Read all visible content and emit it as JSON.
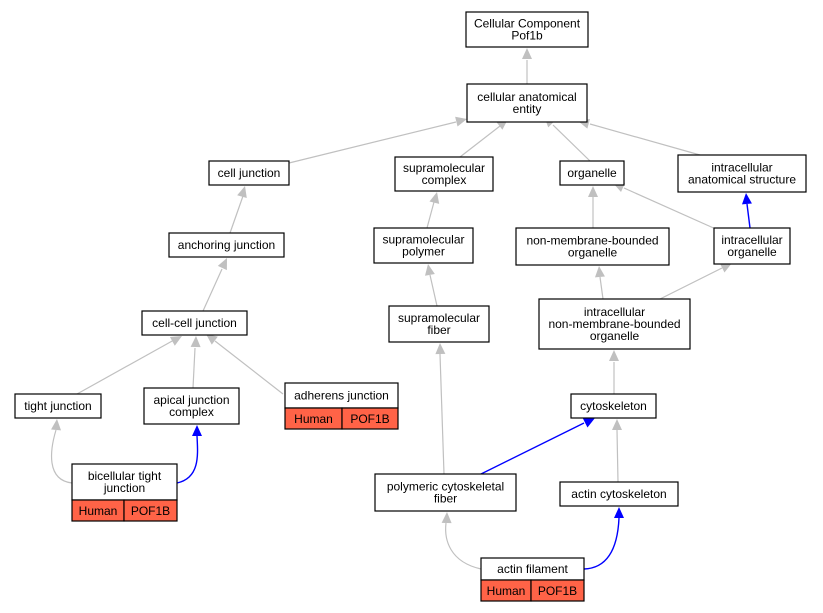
{
  "colors": {
    "is_a_edge": "#c0c0c0",
    "part_of_edge": "#0000ff",
    "annotation_fill": "#ff6347",
    "node_border": "#000000",
    "node_fill": "#ffffff"
  },
  "nodes": [
    {
      "id": "cellular-component-pof1b",
      "lines": [
        "Cellular Component",
        "Pof1b"
      ]
    },
    {
      "id": "cellular-anatomical-entity",
      "lines": [
        "cellular anatomical",
        "entity"
      ]
    },
    {
      "id": "cell-junction",
      "lines": [
        "cell junction"
      ]
    },
    {
      "id": "supramolecular-complex",
      "lines": [
        "supramolecular",
        "complex"
      ]
    },
    {
      "id": "organelle",
      "lines": [
        "organelle"
      ]
    },
    {
      "id": "intracellular-anatomical-structure",
      "lines": [
        "intracellular",
        "anatomical structure"
      ]
    },
    {
      "id": "anchoring-junction",
      "lines": [
        "anchoring junction"
      ]
    },
    {
      "id": "supramolecular-polymer",
      "lines": [
        "supramolecular",
        "polymer"
      ]
    },
    {
      "id": "non-membrane-bounded-organelle",
      "lines": [
        "non-membrane-bounded",
        "organelle"
      ]
    },
    {
      "id": "intracellular-organelle",
      "lines": [
        "intracellular",
        "organelle"
      ]
    },
    {
      "id": "cell-cell-junction",
      "lines": [
        "cell-cell junction"
      ]
    },
    {
      "id": "supramolecular-fiber",
      "lines": [
        "supramolecular",
        "fiber"
      ]
    },
    {
      "id": "intracellular-non-membrane-bounded-organelle",
      "lines": [
        "intracellular",
        "non-membrane-bounded",
        "organelle"
      ]
    },
    {
      "id": "tight-junction",
      "lines": [
        "tight junction"
      ]
    },
    {
      "id": "apical-junction-complex",
      "lines": [
        "apical junction",
        "complex"
      ]
    },
    {
      "id": "adherens-junction",
      "lines": [
        "adherens junction"
      ],
      "annotation": {
        "species": "Human",
        "gene": "POF1B"
      }
    },
    {
      "id": "cytoskeleton",
      "lines": [
        "cytoskeleton"
      ]
    },
    {
      "id": "bicellular-tight-junction",
      "lines": [
        "bicellular tight",
        "junction"
      ],
      "annotation": {
        "species": "Human",
        "gene": "POF1B"
      }
    },
    {
      "id": "polymeric-cytoskeletal-fiber",
      "lines": [
        "polymeric cytoskeletal",
        "fiber"
      ]
    },
    {
      "id": "actin-cytoskeleton",
      "lines": [
        "actin cytoskeleton"
      ]
    },
    {
      "id": "actin-filament",
      "lines": [
        "actin filament"
      ],
      "annotation": {
        "species": "Human",
        "gene": "POF1B"
      }
    }
  ],
  "edges": [
    {
      "from": "cellular-anatomical-entity",
      "to": "cellular-component-pof1b",
      "relation": "is_a"
    },
    {
      "from": "cell-junction",
      "to": "cellular-anatomical-entity",
      "relation": "is_a"
    },
    {
      "from": "supramolecular-complex",
      "to": "cellular-anatomical-entity",
      "relation": "is_a"
    },
    {
      "from": "organelle",
      "to": "cellular-anatomical-entity",
      "relation": "is_a"
    },
    {
      "from": "intracellular-anatomical-structure",
      "to": "cellular-anatomical-entity",
      "relation": "is_a"
    },
    {
      "from": "anchoring-junction",
      "to": "cell-junction",
      "relation": "is_a"
    },
    {
      "from": "supramolecular-polymer",
      "to": "supramolecular-complex",
      "relation": "is_a"
    },
    {
      "from": "non-membrane-bounded-organelle",
      "to": "organelle",
      "relation": "is_a"
    },
    {
      "from": "intracellular-organelle",
      "to": "organelle",
      "relation": "is_a"
    },
    {
      "from": "intracellular-organelle",
      "to": "intracellular-anatomical-structure",
      "relation": "part_of"
    },
    {
      "from": "cell-cell-junction",
      "to": "anchoring-junction",
      "relation": "is_a"
    },
    {
      "from": "supramolecular-fiber",
      "to": "supramolecular-polymer",
      "relation": "is_a"
    },
    {
      "from": "intracellular-non-membrane-bounded-organelle",
      "to": "non-membrane-bounded-organelle",
      "relation": "is_a"
    },
    {
      "from": "intracellular-non-membrane-bounded-organelle",
      "to": "intracellular-organelle",
      "relation": "is_a"
    },
    {
      "from": "tight-junction",
      "to": "cell-cell-junction",
      "relation": "is_a"
    },
    {
      "from": "apical-junction-complex",
      "to": "cell-cell-junction",
      "relation": "is_a"
    },
    {
      "from": "adherens-junction",
      "to": "cell-cell-junction",
      "relation": "is_a"
    },
    {
      "from": "cytoskeleton",
      "to": "intracellular-non-membrane-bounded-organelle",
      "relation": "is_a"
    },
    {
      "from": "bicellular-tight-junction",
      "to": "tight-junction",
      "relation": "is_a"
    },
    {
      "from": "bicellular-tight-junction",
      "to": "apical-junction-complex",
      "relation": "part_of"
    },
    {
      "from": "polymeric-cytoskeletal-fiber",
      "to": "supramolecular-fiber",
      "relation": "is_a"
    },
    {
      "from": "polymeric-cytoskeletal-fiber",
      "to": "cytoskeleton",
      "relation": "part_of"
    },
    {
      "from": "actin-cytoskeleton",
      "to": "cytoskeleton",
      "relation": "is_a"
    },
    {
      "from": "actin-filament",
      "to": "polymeric-cytoskeletal-fiber",
      "relation": "is_a"
    },
    {
      "from": "actin-filament",
      "to": "actin-cytoskeleton",
      "relation": "part_of"
    }
  ]
}
